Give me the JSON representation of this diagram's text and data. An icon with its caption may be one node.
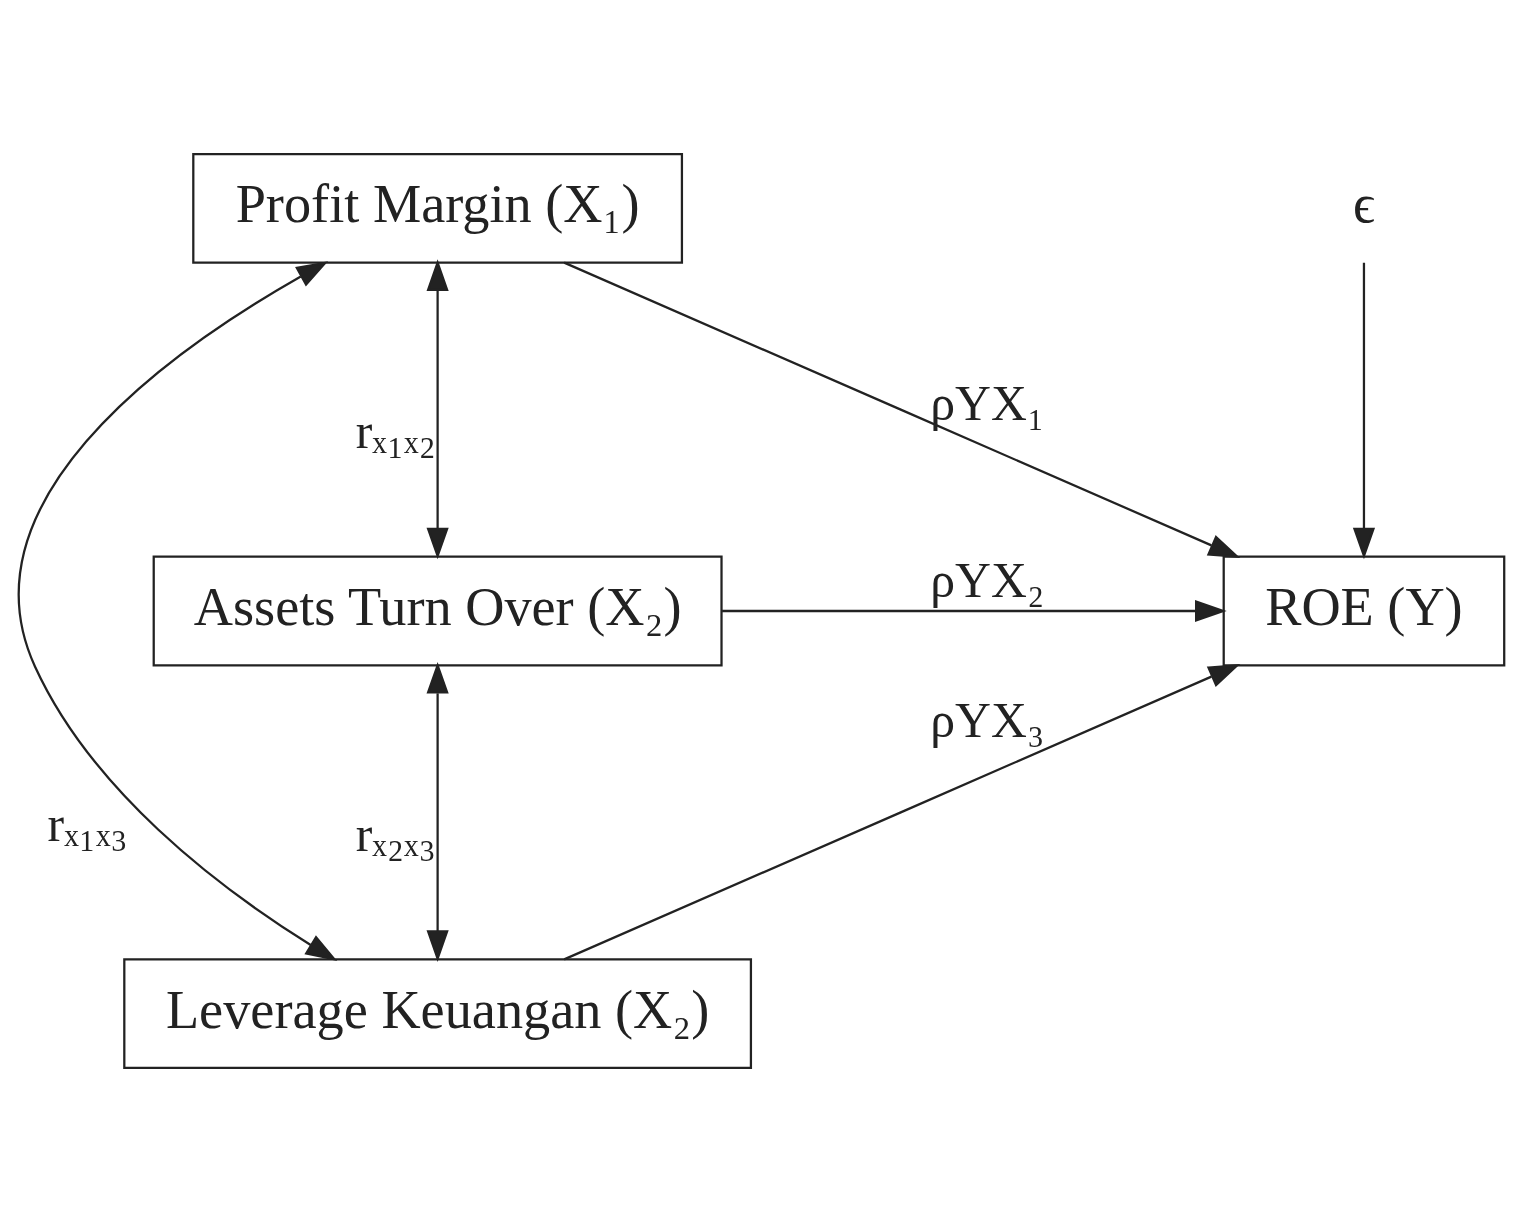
{
  "diagram": {
    "nodes": [
      {
        "text": [
          "Profit Margin (X₁)"
        ]
      },
      {
        "text": [
          "Assets Turn Over (X₂)"
        ]
      },
      {
        "text": [
          "Leverage Keuangan (X₂)"
        ]
      },
      {
        "text": [
          "ROE (Y)"
        ]
      },
      {
        "text": [
          "ϵ"
        ]
      }
    ],
    "edges": [
      {
        "from": 0,
        "to": 1,
        "arrow": "both",
        "label": "rₓ₁ₓ₂"
      },
      {
        "from": 1,
        "to": 2,
        "arrow": "both",
        "label": "rₓ₂ₓ₃"
      },
      {
        "from": 0,
        "to": 2,
        "arrow": "both",
        "label": "rₓ₁ₓ₃"
      },
      {
        "from": 0,
        "to": 3,
        "arrow": "to",
        "label": "ρYX₁"
      },
      {
        "from": 1,
        "to": 3,
        "arrow": "to",
        "label": "ρYX₂"
      },
      {
        "from": 2,
        "to": 3,
        "arrow": "to",
        "label": "ρYX₃"
      },
      {
        "from": 4,
        "to": 3,
        "arrow": "to"
      }
    ]
  }
}
